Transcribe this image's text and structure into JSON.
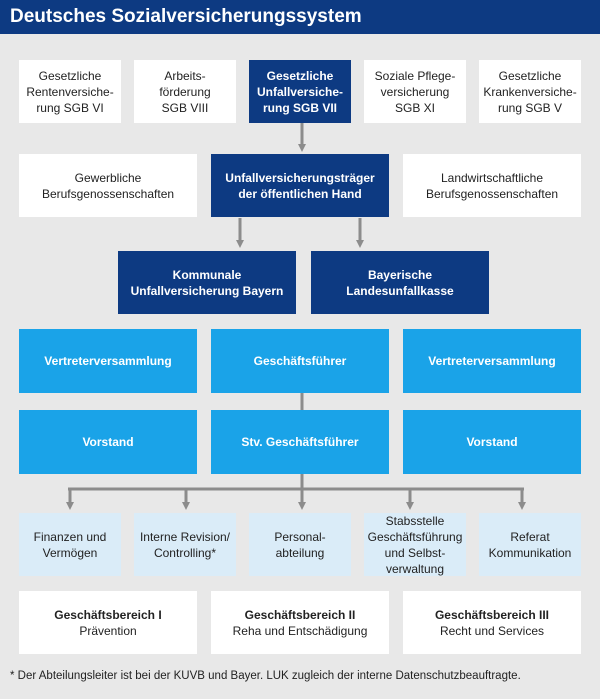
{
  "title": "Deutsches Sozialversicherungssystem",
  "row1": [
    "Gesetzliche\nRentenversiche-\nrung SGB VI",
    "Arbeits-\nförderung\nSGB VIII",
    "Gesetzliche\nUnfallversiche-\nrung SGB VII",
    "Soziale Pflege-\nversicherung\nSGB XI",
    "Gesetzliche\nKrankenversiche-\nrung SGB V"
  ],
  "row2": {
    "left": "Gewerbliche\nBerufsgenossenschaften",
    "center": "Unfallversicherungsträger\nder öffentlichen Hand",
    "right": "Landwirtschaftliche\nBerufsgenossenschaften"
  },
  "row3": {
    "left": "Kommunale\nUnfallversicherung Bayern",
    "right": "Bayerische\nLandesunfallkasse"
  },
  "row4": {
    "left": "Vertreterversammlung",
    "center": "Geschäftsführer",
    "right": "Vertreterversammlung"
  },
  "row5": {
    "left": "Vorstand",
    "center": "Stv. Geschäftsführer",
    "right": "Vorstand"
  },
  "row6": [
    "Finanzen und\nVermögen",
    "Interne Revision/\nControlling*",
    "Personal-\nabteilung",
    "Stabsstelle\nGeschäftsführung\nund Selbst-\nverwaltung",
    "Referat\nKommunikation"
  ],
  "row7": [
    {
      "heading": "Geschäftsbereich I",
      "sub": "Prävention"
    },
    {
      "heading": "Geschäftsbereich II",
      "sub": "Reha und Entschädigung"
    },
    {
      "heading": "Geschäftsbereich III",
      "sub": "Recht und Services"
    }
  ],
  "footnote": "* Der Abteilungsleiter ist bei der KUVB und Bayer. LUK zugleich der interne Datenschutzbeauftragte.",
  "colors": {
    "dark_blue": "#0d3a82",
    "mid_blue": "#1aa3e8",
    "light_blue": "#daecf8",
    "connector": "#8c8c8c",
    "background": "#e8e8e8"
  }
}
